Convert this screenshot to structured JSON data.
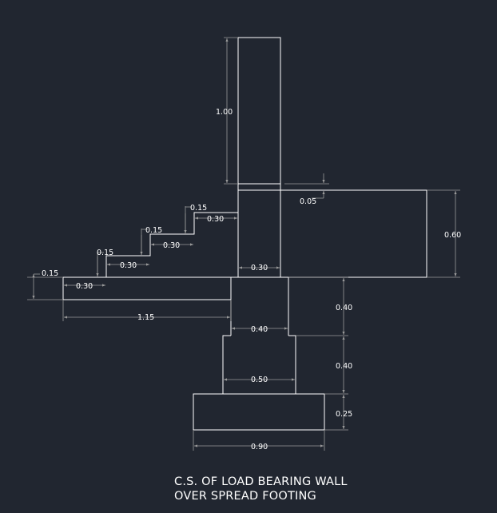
{
  "colors": {
    "background": "#212630",
    "outline": "#ffffff",
    "dimension": "#9a9a9a",
    "text": "#ffffff"
  },
  "dimensions": {
    "wall_height": "1.00",
    "offset": "0.05",
    "step4_rise": "0.15",
    "step4_tread": "0.30",
    "step3_rise": "0.15",
    "step3_tread": "0.30",
    "step2_rise": "0.15",
    "step2_tread": "0.30",
    "step1_rise": "0.15",
    "step1_tread": "0.30",
    "wall_width": "0.30",
    "block_height": "0.60",
    "slab_length": "1.15",
    "upper_pier_height": "0.40",
    "upper_pier_width": "0.40",
    "lower_pier_height": "0.40",
    "lower_pier_width": "0.50",
    "footing_height": "0.25",
    "footing_width": "0.90"
  },
  "title": {
    "line1": "C.S. OF LOAD BEARING WALL",
    "line2": "OVER SPREAD FOOTING"
  }
}
